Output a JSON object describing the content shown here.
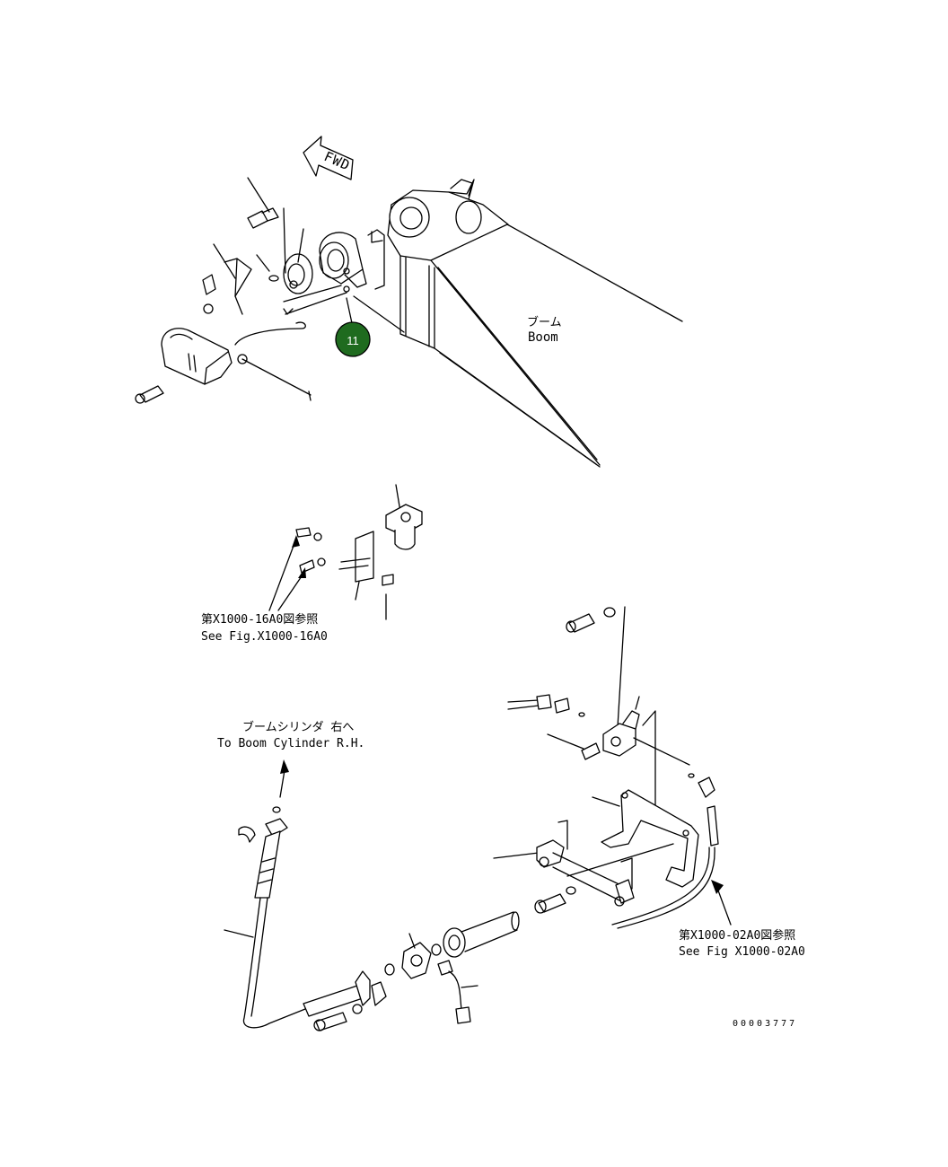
{
  "diagram": {
    "direction_arrow": "FWD",
    "callouts": [
      {
        "number": "11",
        "color": "#1f6b1f"
      }
    ],
    "labels": {
      "boom_jp": "ブーム",
      "boom_en": "Boom",
      "ref_16a0_jp": "第X1000-16A0図参照",
      "ref_16a0_en": "See Fig.X1000-16A0",
      "cyl_jp": "ブームシリンダ 右へ",
      "cyl_en": "To Boom Cylinder R.H.",
      "ref_02a0_jp": "第X1000-02A0図参照",
      "ref_02a0_en": "See Fig X1000-02A0",
      "drawing_number": "00003777"
    }
  }
}
